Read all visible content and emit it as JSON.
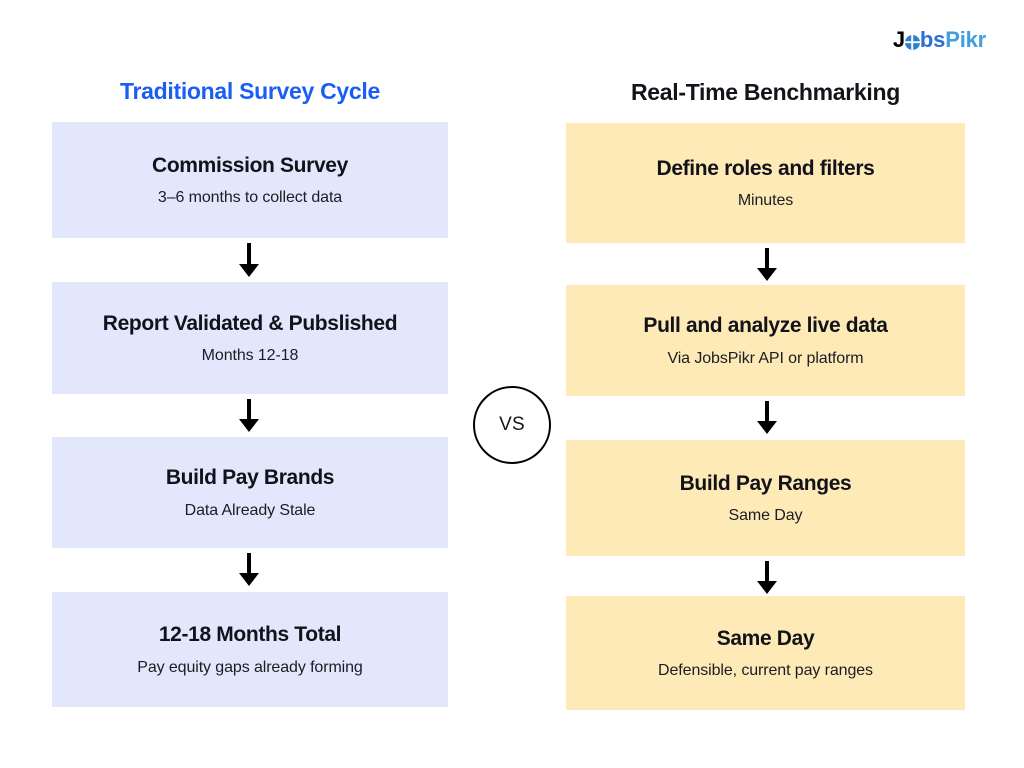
{
  "logo": {
    "name": "jobspikr-logo",
    "part_one": "J",
    "globe": "globe-icon",
    "part_two": "bs",
    "part_three": "P",
    "part_four": "ikr",
    "accent_blue": "#2b6fd4",
    "accent_light_blue": "#3f9fe0"
  },
  "columns": {
    "left": {
      "heading": "Traditional Survey Cycle",
      "heading_color": "#1a5ef5",
      "box_color": "#e2e7fb",
      "steps": [
        {
          "title": "Commission Survey",
          "subtitle": "3–6 months to collect data"
        },
        {
          "title": "Report Validated & Pubslished",
          "subtitle": "Months 12-18"
        },
        {
          "title": "Build Pay Brands",
          "subtitle": "Data Already Stale"
        },
        {
          "title": "12-18 Months Total",
          "subtitle": "Pay equity gaps already forming"
        }
      ]
    },
    "right": {
      "heading": "Real-Time Benchmarking",
      "heading_color": "#13131a",
      "box_color": "#fdeab6",
      "steps": [
        {
          "title": "Define roles and filters",
          "subtitle": "Minutes"
        },
        {
          "title": "Pull and analyze live data",
          "subtitle": "Via JobsPikr API or platform"
        },
        {
          "title": "Build Pay Ranges",
          "subtitle": "Same Day"
        },
        {
          "title": "Same Day",
          "subtitle": "Defensible, current pay ranges"
        }
      ]
    }
  },
  "divider": {
    "label": "VS",
    "shape": "circle"
  },
  "arrows": {
    "direction": "down",
    "color": "#000000"
  }
}
